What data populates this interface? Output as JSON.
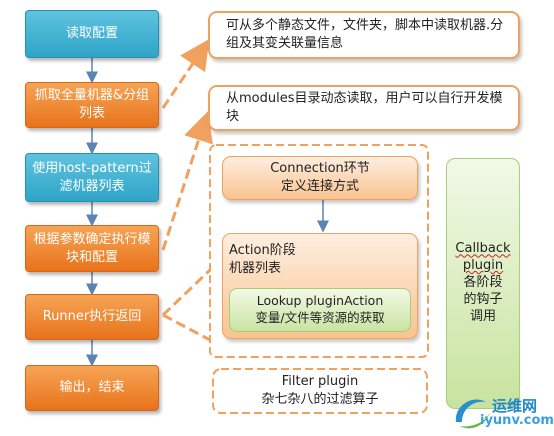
{
  "flow": [
    {
      "label": "读取配置",
      "color": "blue"
    },
    {
      "label": "抓取全量机器&分组列表",
      "color": "orange"
    },
    {
      "label": "使用host-pattern过滤机器列表",
      "color": "blue"
    },
    {
      "label": "根据参数确定执行模块和配置",
      "color": "orange"
    },
    {
      "label": "Runner执行返回",
      "color": "orange"
    },
    {
      "label": "输出，结束",
      "color": "orange"
    }
  ],
  "notes": [
    {
      "text": "可从多个静态文件，文件夹，脚本中读取机器.分组及其变关联量信息"
    },
    {
      "text": "从modules目录动态读取，用户可以自行开发模块"
    }
  ],
  "runner_detail": {
    "connection": {
      "line1": "Connection环节",
      "line2": "定义连接方式"
    },
    "action": {
      "line1": "Action阶段",
      "line2": "机器列表"
    },
    "lookup": {
      "line1": "Lookup pluginAction",
      "line2": "变量/文件等资源的获取"
    }
  },
  "callback": {
    "word1": "Callback",
    "word2": "plugin",
    "rest": "各阶段的钩子调用"
  },
  "filter": {
    "line1": "Filter plugin",
    "line2": "杂七杂八的过滤算子"
  },
  "watermark": {
    "cn": "运维网",
    "url": "iyunv.com"
  },
  "colors": {
    "blue": "#2fa4c8",
    "orange": "#e8731b",
    "note_border": "#f0a15d",
    "green": "#c8e39e"
  }
}
